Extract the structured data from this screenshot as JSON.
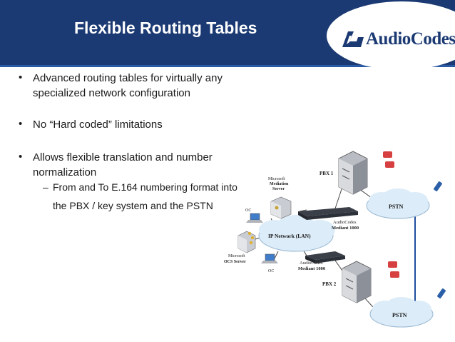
{
  "slide": {
    "title": "Flexible Routing Tables"
  },
  "logo": {
    "text": "AudioCodes"
  },
  "bullets": [
    {
      "line1": "Advanced routing tables for virtually any",
      "line2": "specialized network configuration"
    },
    {
      "line1": "No “Hard coded” limitations"
    },
    {
      "line1": "Allows flexible translation and number",
      "line2": "normalization"
    }
  ],
  "subbullet": {
    "dash": "–",
    "line1": "From and To E.164 numbering format into",
    "line2": "the PBX / key system and the PSTN"
  },
  "diagram": {
    "mediation_server": [
      "Microsoft",
      "Mediation",
      "Server"
    ],
    "ocs_server": [
      "Microsoft",
      "OCS Server"
    ],
    "oc_top": "OC",
    "oc_bottom": "OC",
    "lan": "IP Network (LAN)",
    "pbx1": "PBX 1",
    "pbx2": "PBX 2",
    "mediant_top": [
      "AudioCodes",
      "Mediant 1000"
    ],
    "mediant_bottom": [
      "AudioCodes",
      "Mediant 1000"
    ],
    "pstn_top": "PSTN",
    "pstn_bottom": "PSTN"
  },
  "colors": {
    "header": "#1b3a73",
    "accent_line": "#2b5aa5",
    "cloud": "#dcecf8",
    "trunk_line": "#1f4e9c"
  }
}
